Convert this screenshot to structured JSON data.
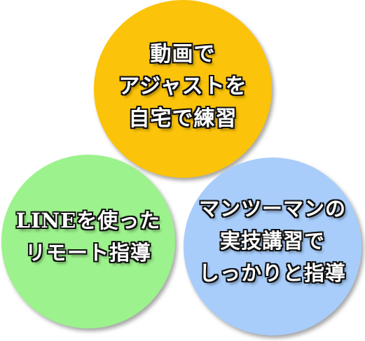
{
  "circles": {
    "top": {
      "color": "#fbc30a",
      "lines": [
        "動画で",
        "アジャストを",
        "自宅で練習"
      ]
    },
    "left": {
      "color": "#9cf28c",
      "lines": [
        "LINEを使った",
        "リモート指導"
      ]
    },
    "right": {
      "color": "#a8cdfb",
      "lines": [
        "マンツーマンの",
        "実技講習で",
        "しっかりと指導"
      ]
    }
  }
}
